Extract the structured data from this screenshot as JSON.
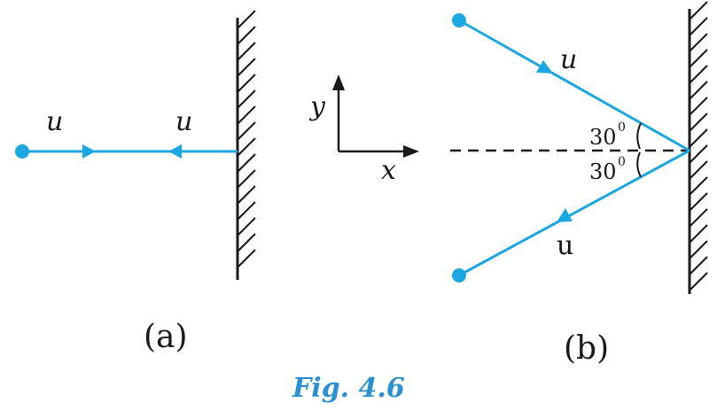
{
  "colors": {
    "ray": "#1ca7e3",
    "ink": "#1a1a1a",
    "caption": "#2b8fd4"
  },
  "panel_a": {
    "label_left": "u",
    "label_right": "u",
    "panel_label": "(a)"
  },
  "axes": {
    "x_label": "x",
    "y_label": "y"
  },
  "panel_b": {
    "label_incoming": "u",
    "label_outgoing": "u",
    "angle_top": "30",
    "angle_bottom": "30",
    "angle_unit": "0",
    "panel_label": "(b)"
  },
  "caption": "Fig. 4.6"
}
